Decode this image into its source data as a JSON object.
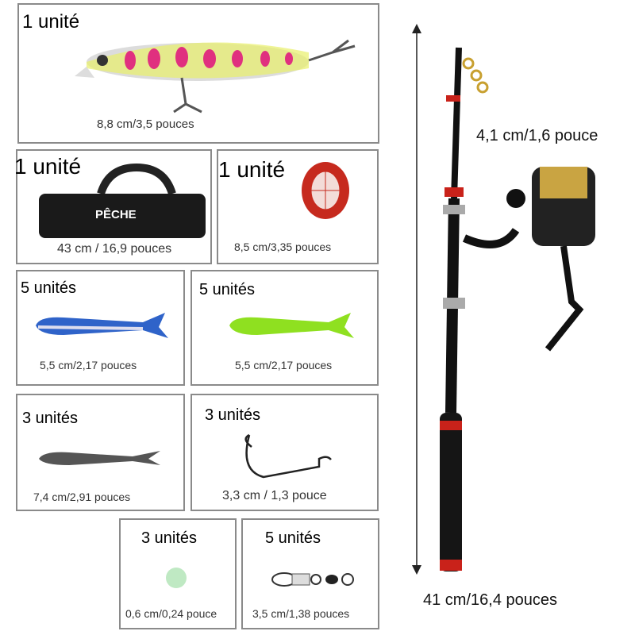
{
  "items": [
    {
      "quantity": "1 unité",
      "size": "8,8 cm/3,5 pouces",
      "icon": "crankbait-lure-icon"
    },
    {
      "quantity": "1 unité",
      "size": "43 cm / 16,9 pouces",
      "icon": "rod-bag-icon",
      "bag_text": "PÊCHE"
    },
    {
      "quantity": "1 unité",
      "size": "8,5 cm/3,35 pouces",
      "icon": "line-spool-icon"
    },
    {
      "quantity": "5 unités",
      "size": "5,5 cm/2,17 pouces",
      "icon": "blue-soft-lure-icon"
    },
    {
      "quantity": "5 unités",
      "size": "5,5 cm/2,17 pouces",
      "icon": "green-soft-lure-icon"
    },
    {
      "quantity": "3 unités",
      "size": "7,4 cm/2,91 pouces",
      "icon": "silver-soft-lure-icon"
    },
    {
      "quantity": "3 unités",
      "size": "3,3 cm / 1,3 pouce",
      "icon": "hook-icon"
    },
    {
      "quantity": "3 unités",
      "size": "0,6 cm/0,24 pouce",
      "icon": "bead-icon"
    },
    {
      "quantity": "5 unités",
      "size": "3,5 cm/1,38 pouces",
      "icon": "swivel-snap-icon"
    }
  ],
  "rod": {
    "reel_size": "4,1 cm/1,6 pouce",
    "rod_length": "41 cm/16,4 pouces"
  }
}
